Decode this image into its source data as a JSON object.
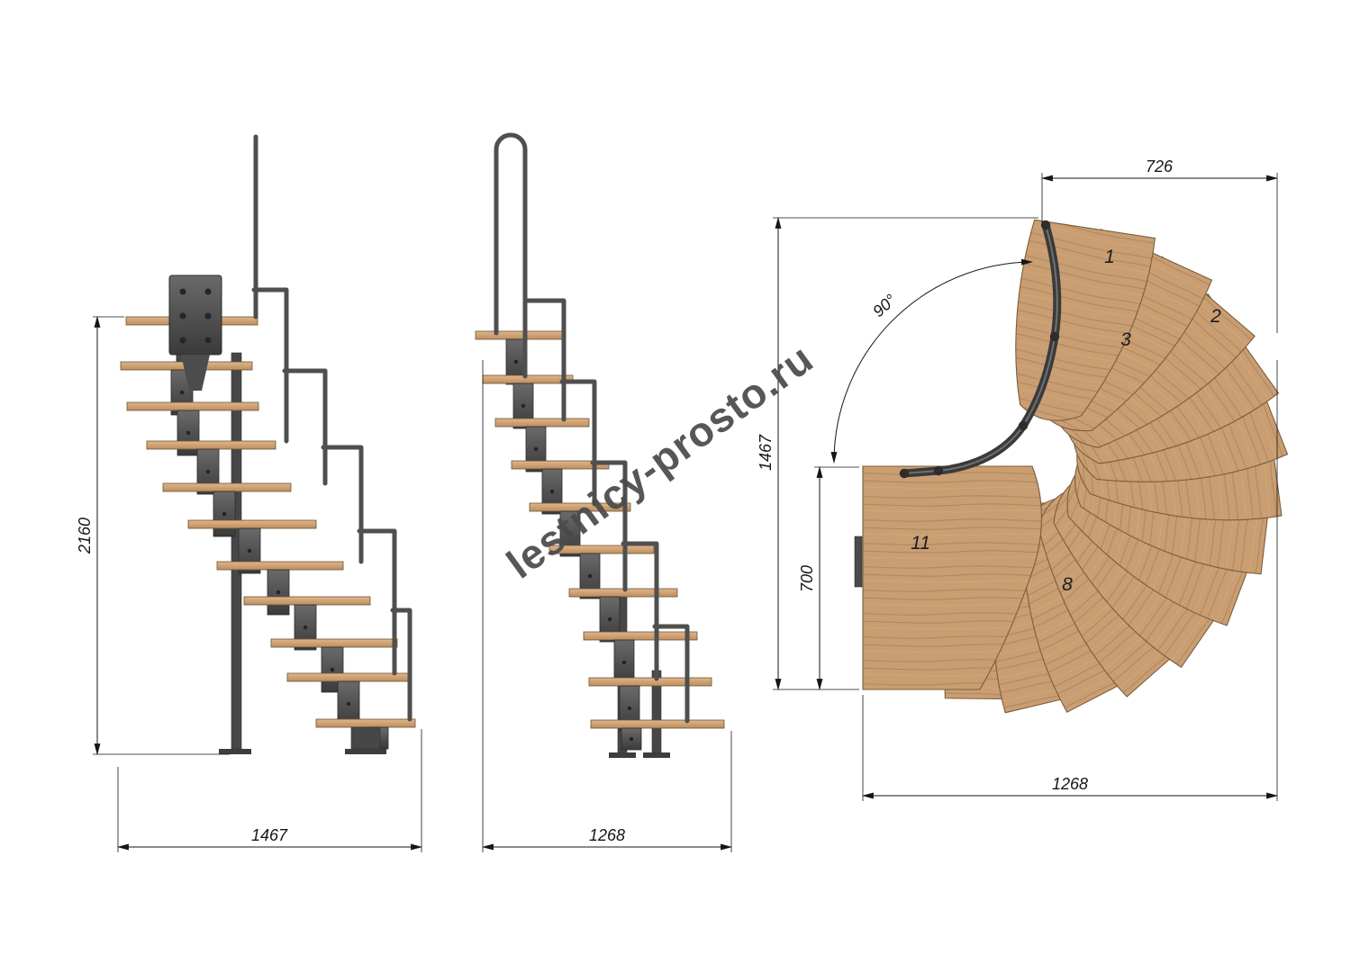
{
  "watermark": {
    "text": "lestnicy-prosto.ru"
  },
  "views": {
    "left_elevation": {
      "dims": {
        "height": "2160",
        "width": "1467"
      }
    },
    "middle_elevation": {
      "dims": {
        "width": "1268"
      }
    },
    "plan": {
      "dims": {
        "top_width": "726",
        "left_height": "1467",
        "platform_height": "700",
        "bottom_width": "1268"
      },
      "angle": "90°",
      "tread_labels": {
        "t1": "1",
        "t2": "2",
        "t3": "3",
        "t8": "8",
        "t11": "11"
      }
    }
  },
  "colors": {
    "wood": "#c99e72",
    "metal": "#474747",
    "line": "#161616"
  }
}
